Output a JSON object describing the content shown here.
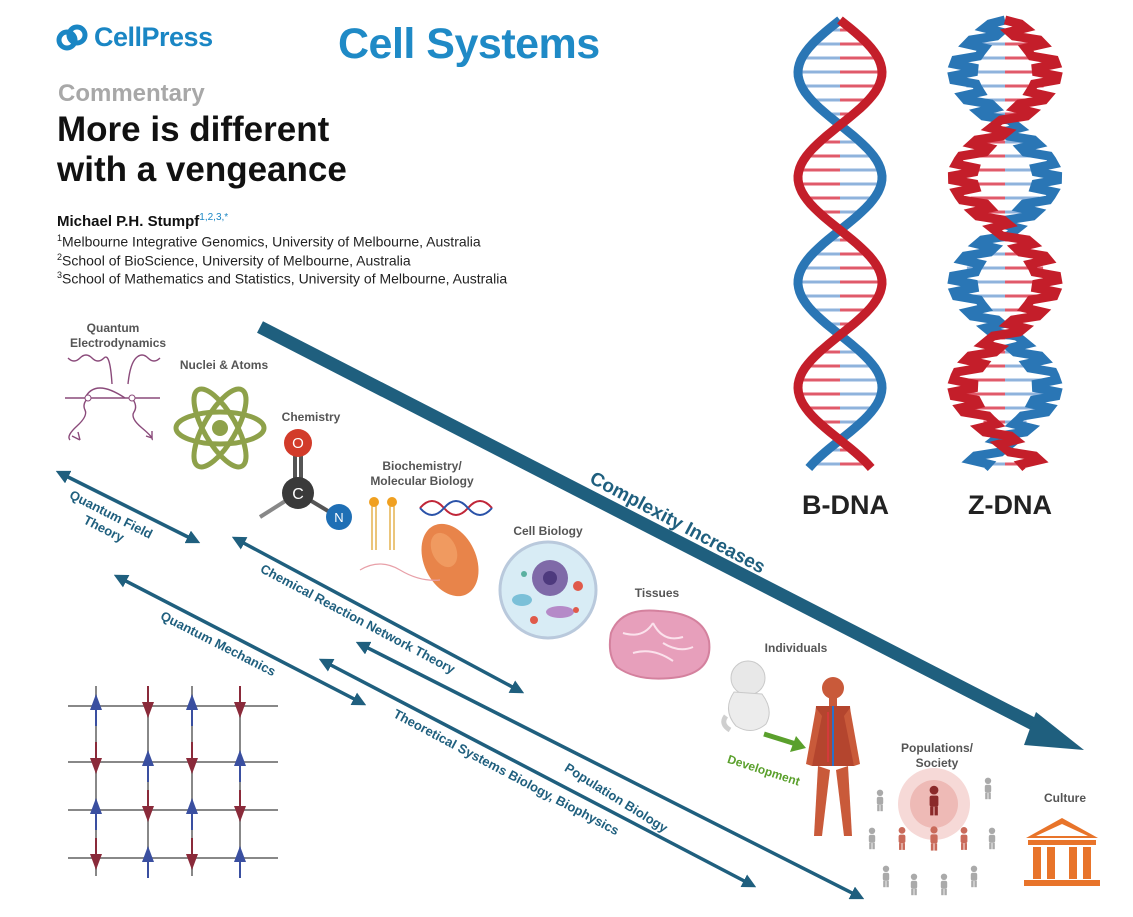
{
  "header": {
    "publisher": "CellPress",
    "journal": "Cell Systems",
    "article_type": "Commentary",
    "title_line1": "More is different",
    "title_line2": "with a vengeance",
    "author_name": "Michael P.H. Stumpf",
    "author_sup": "1,2,3,*",
    "affiliations": [
      {
        "num": "1",
        "text": "Melbourne Integrative Genomics, University of Melbourne, Australia"
      },
      {
        "num": "2",
        "text": "School of BioScience, University of Melbourne, Australia"
      },
      {
        "num": "3",
        "text": "School of Mathematics and Statistics, University of Melbourne, Australia"
      }
    ]
  },
  "dna": {
    "b_label": "B-DNA",
    "z_label": "Z-DNA"
  },
  "levels": {
    "qed_line1": "Quantum",
    "qed_line2": "Electrodynamics",
    "nuclei": "Nuclei & Atoms",
    "chemistry": "Chemistry",
    "biochem_line1": "Biochemistry/",
    "biochem_line2": "Molecular Biology",
    "cell": "Cell Biology",
    "tissues": "Tissues",
    "individuals": "Individuals",
    "pop_line1": "Populations/",
    "pop_line2": "Society",
    "culture": "Culture",
    "development": "Development"
  },
  "atoms": {
    "o": "O",
    "c": "C",
    "n": "N"
  },
  "theories": {
    "complexity": "Complexity Increases",
    "qft_line1": "Quantum Field",
    "qft_line2": "Theory",
    "crnt": "Chemical Reaction Network Theory",
    "qm": "Quantum Mechanics",
    "tsb": "Theoretical Systems Biology, Biophysics",
    "popbio": "Population Biology"
  },
  "colors": {
    "arrow": "#1f5f7e",
    "brand_blue": "#1a86c4",
    "dna_red": "#c41e2a",
    "dna_blue": "#2a76b5",
    "culture_orange": "#e8742a",
    "development_green": "#5aa02c"
  }
}
